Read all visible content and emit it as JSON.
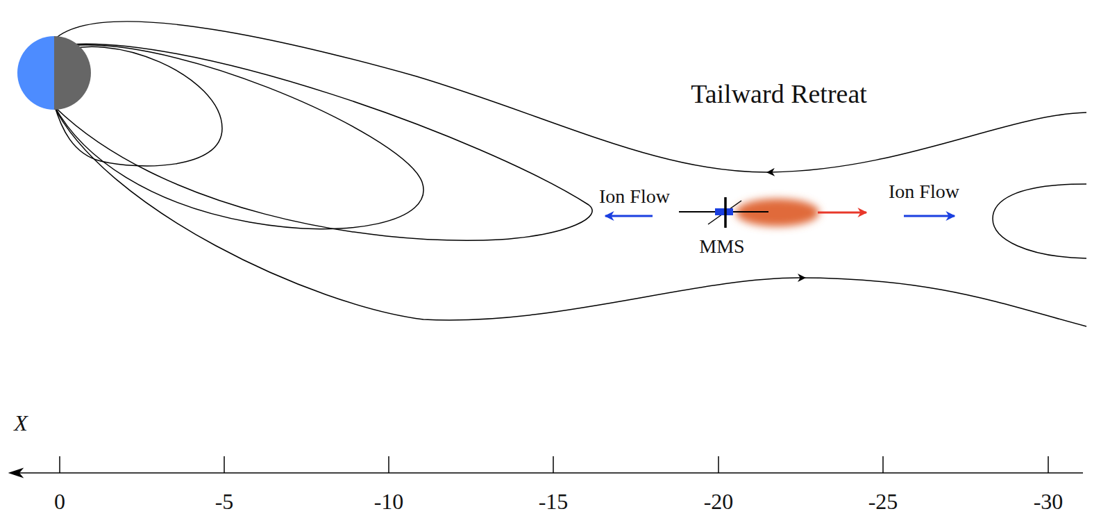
{
  "diagram": {
    "labels": [
      "Tailward Retreat",
      "Ion Flow",
      "MMS",
      "Ion Flow",
      "X",
      "0",
      "-5",
      "-10",
      "-15",
      "-20",
      "-25",
      "-30"
    ]
  }
}
